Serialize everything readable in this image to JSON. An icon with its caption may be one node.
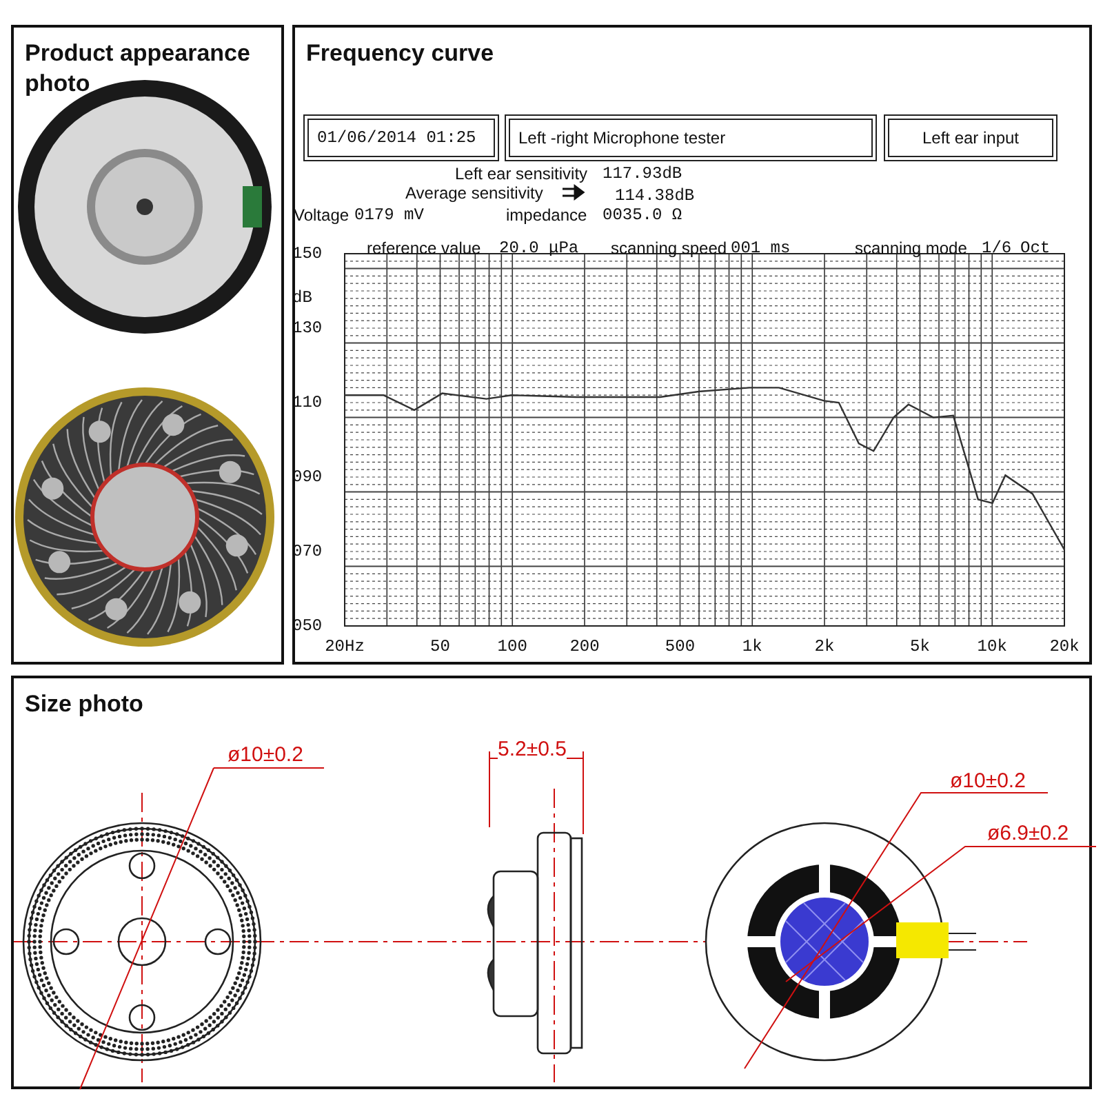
{
  "diagram": {
    "nodes": [
      {
        "text": [
          "Product appearance photo"
        ]
      },
      {
        "text": [
          "Frequency curve"
        ]
      },
      {
        "text": [
          "Size photo"
        ]
      },
      {
        "text": [
          "01/06/2014 01:25"
        ],
        "in": 1
      },
      {
        "text": [
          "Left -right Microphone tester"
        ],
        "in": 1
      },
      {
        "text": [
          "Left ear input"
        ],
        "in": 1
      }
    ],
    "labels": [
      "Left ear sensitivity",
      "117.93dB",
      "Average sensitivity",
      "114.38dB",
      "Voltage",
      "0179 mV",
      "impedance",
      "0035.0 Ω",
      "reference value",
      "20.0 μPa",
      "scanning speed",
      "001 ms",
      "scanning mode",
      "1/6",
      "Oct",
      "ø10±0.2",
      "5.2±0.5",
      "ø10±0.2",
      "ø6.9±0.2",
      "150",
      "130",
      "110",
      "090",
      "070",
      "050",
      "dB",
      "20Hz",
      "50",
      "100",
      "200",
      "500",
      "1k",
      "2k",
      "5k",
      "10k",
      "20k"
    ]
  }
}
